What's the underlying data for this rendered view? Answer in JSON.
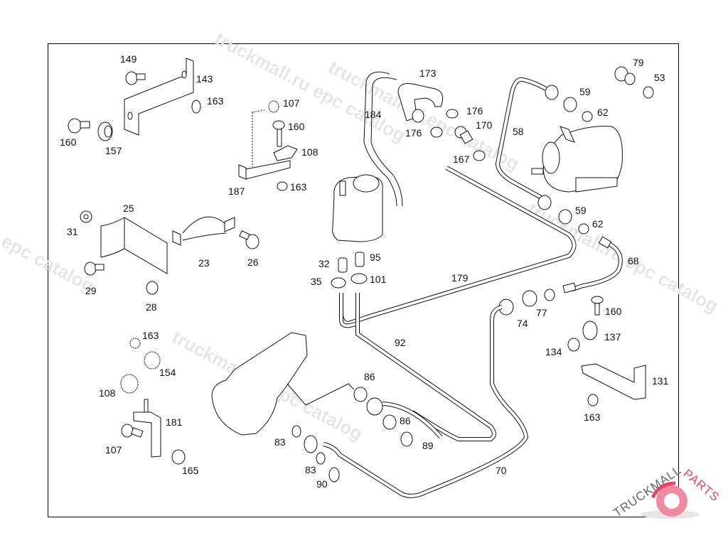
{
  "diagram": {
    "type": "exploded-parts-diagram",
    "watermarks": [
      "truckmall.ru epc catalog",
      "truckmall.ru epc catalog",
      "truckmall.ru epc catalog",
      "truckmall.ru epc catalog",
      "epc catalog"
    ],
    "logo": {
      "text_left": "TRUCKMALL",
      "text_right": "PARTS",
      "color": "#e8456b",
      "text_color": "#555555"
    },
    "labels": {
      "l149": "149",
      "l143": "143",
      "l163a": "163",
      "l160a": "160",
      "l157": "157",
      "l107a": "107",
      "l160b": "160",
      "l108a": "108",
      "l187": "187",
      "l163b": "163",
      "l184": "184",
      "l173": "173",
      "l176a": "176",
      "l176b": "176",
      "l170": "170",
      "l167": "167",
      "l58": "58",
      "l59a": "59",
      "l62a": "62",
      "l79": "79",
      "l53": "53",
      "l59b": "59",
      "l62b": "62",
      "l31": "31",
      "l25": "25",
      "l23": "23",
      "l26": "26",
      "l29": "29",
      "l28": "28",
      "l32": "32",
      "l95": "95",
      "l35": "35",
      "l101": "101",
      "l179": "179",
      "l68": "68",
      "l74": "74",
      "l77": "77",
      "l160c": "160",
      "l137": "137",
      "l134": "134",
      "l131": "131",
      "l163c": "163",
      "l92": "92",
      "l86a": "86",
      "l86b": "86",
      "l89": "89",
      "l83a": "83",
      "l83b": "83",
      "l90": "90",
      "l70": "70",
      "l163d": "163",
      "l154": "154",
      "l108b": "108",
      "l181": "181",
      "l107b": "107",
      "l165": "165"
    }
  }
}
